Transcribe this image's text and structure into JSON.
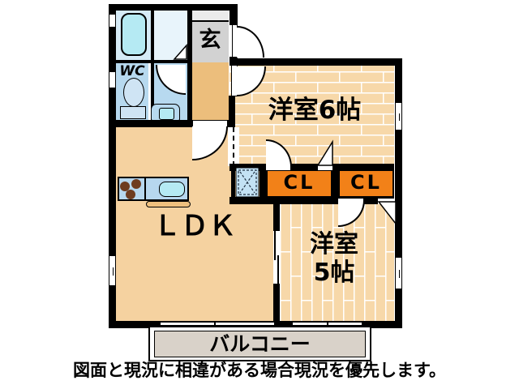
{
  "floorplan": {
    "labels": {
      "entrance": "玄",
      "wc": "WC",
      "room6": "洋室6帖",
      "closet1": "CL",
      "closet2": "CL",
      "ldk": "ＬＤＫ",
      "room5_line1": "洋室",
      "room5_line2": "5帖",
      "balcony": "バルコニー"
    },
    "caption": "図面と現況に相違がある場合現況を優先します。",
    "colors": {
      "wall": "#000000",
      "room_tan": "#f7d8a9",
      "hall_tan": "#ecbe7c",
      "ldk_tan": "#f5d2a0",
      "closet_orange": "#f28118",
      "entrance_gray": "#d2d2d2",
      "shoebox_gray": "#ebebeb",
      "bath_blue": "#d6ebf7",
      "washroom_blue": "#e8f4fb",
      "fixture_blue": "#b7d9ef",
      "tub_cyan": "#b5eaf3",
      "counter_blue": "#b7d7ee",
      "stove_brown": "#6e3c20",
      "washer_blue": "#c3e2f4",
      "balcony_gray": "#d9d2c9"
    },
    "icons": {
      "bathtub": "bathtub-icon",
      "toilet": "toilet-icon",
      "washbasin": "washbasin-icon",
      "stove": "stove-burners-icon",
      "sink": "kitchen-sink-icon",
      "washing_machine": "washing-machine-pan-icon"
    }
  }
}
